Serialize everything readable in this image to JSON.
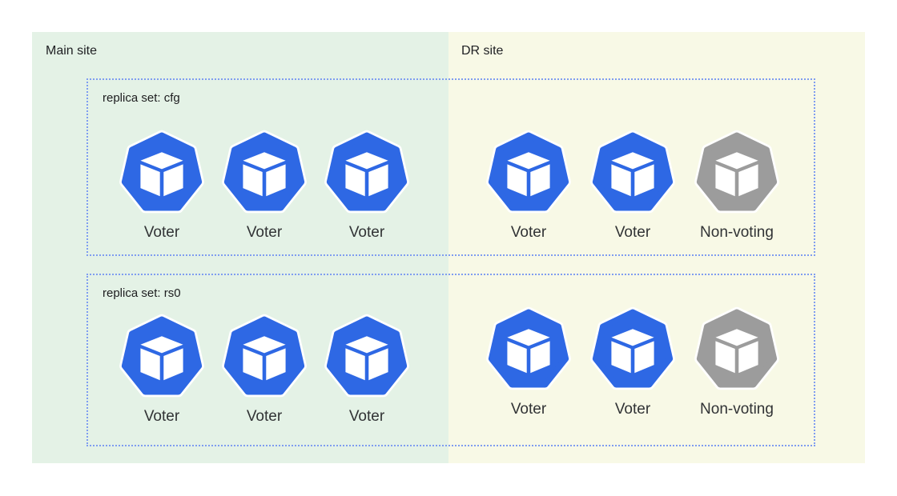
{
  "sites": {
    "main": {
      "label": "Main site"
    },
    "dr": {
      "label": "DR site"
    }
  },
  "replica_sets": [
    {
      "name": "replica set: cfg",
      "main_nodes": [
        {
          "label": "Voter",
          "type": "voter"
        },
        {
          "label": "Voter",
          "type": "voter"
        },
        {
          "label": "Voter",
          "type": "voter"
        }
      ],
      "dr_nodes": [
        {
          "label": "Voter",
          "type": "voter"
        },
        {
          "label": "Voter",
          "type": "voter"
        },
        {
          "label": "Non-voting",
          "type": "non-voting"
        }
      ]
    },
    {
      "name": "replica set: rs0",
      "main_nodes": [
        {
          "label": "Voter",
          "type": "voter"
        },
        {
          "label": "Voter",
          "type": "voter"
        },
        {
          "label": "Voter",
          "type": "voter"
        }
      ],
      "dr_nodes": [
        {
          "label": "Voter",
          "type": "voter"
        },
        {
          "label": "Voter",
          "type": "voter"
        },
        {
          "label": "Non-voting",
          "type": "non-voting"
        }
      ]
    }
  ],
  "icons": {
    "node_icon": "kubernetes-pod-heptagon-cube-icon"
  },
  "colors": {
    "voter_blue": "#2e68e4",
    "non_voting_gray": "#9c9c9c",
    "dotted_border_blue": "#7f9df0",
    "main_site_bg": "#e4f2e6",
    "dr_site_bg": "#f8f9e6"
  }
}
